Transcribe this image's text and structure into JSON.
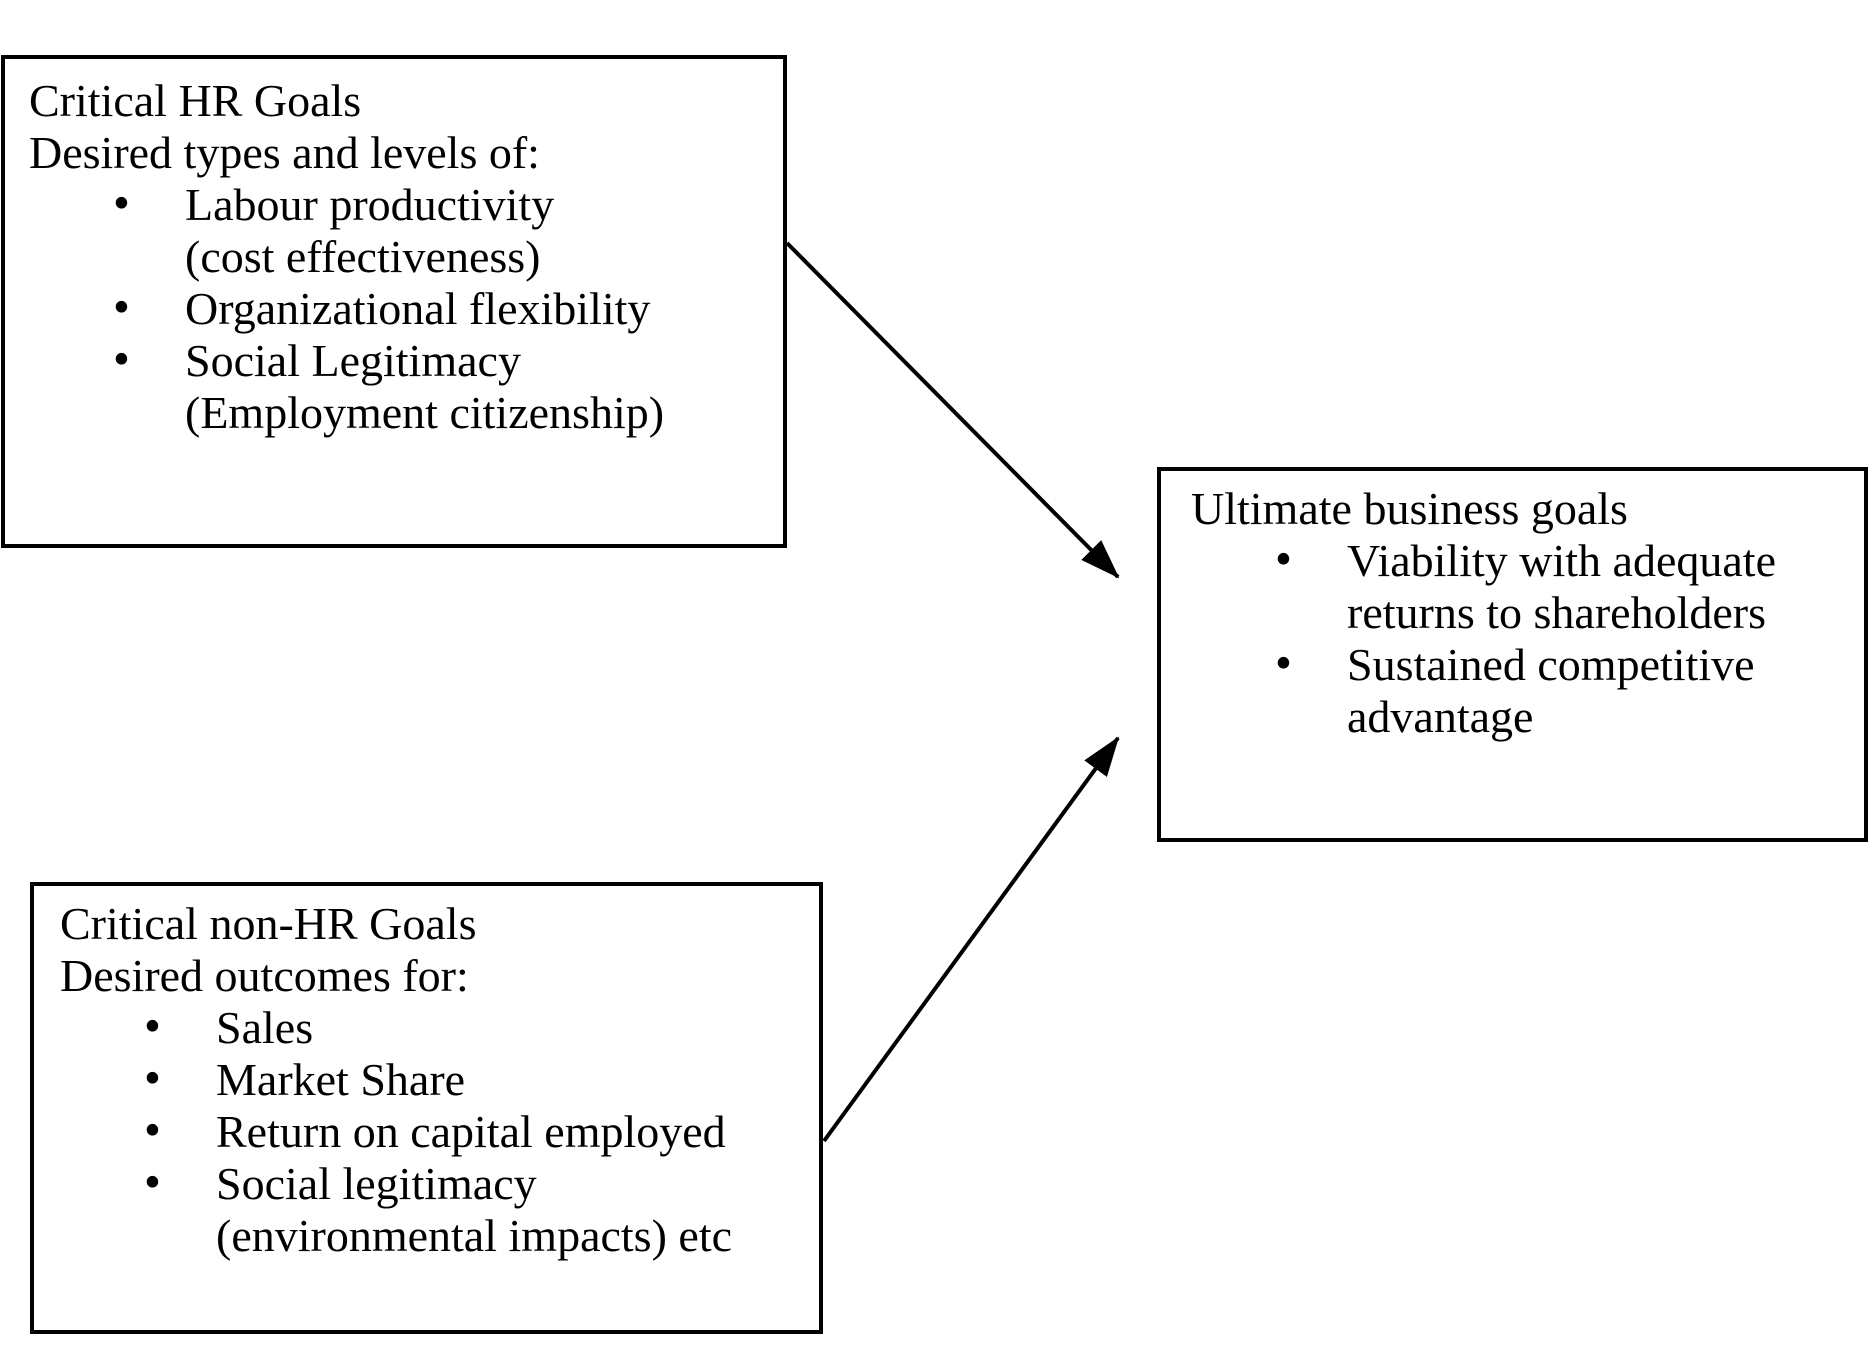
{
  "diagram": {
    "boxes": {
      "hr_goals": {
        "title": "Critical HR Goals",
        "subtitle": "Desired types and levels of:",
        "bullets": [
          [
            "Labour productivity",
            "(cost effectiveness)"
          ],
          [
            "Organizational flexibility",
            ""
          ],
          [
            "Social Legitimacy",
            "(Employment citizenship)"
          ]
        ]
      },
      "non_hr_goals": {
        "title": "Critical non-HR Goals",
        "subtitle": "Desired outcomes for:",
        "bullets": [
          [
            "Sales",
            ""
          ],
          [
            "Market Share",
            ""
          ],
          [
            "Return on capital employed",
            ""
          ],
          [
            "Social legitimacy",
            "(environmental impacts) etc"
          ]
        ]
      },
      "business_goals": {
        "title": "Ultimate business goals",
        "bullets": [
          [
            "Viability with adequate",
            "returns to shareholders"
          ],
          [
            "Sustained competitive",
            "advantage"
          ]
        ]
      }
    },
    "colors": {
      "ink": "#000000",
      "background": "#ffffff"
    }
  }
}
